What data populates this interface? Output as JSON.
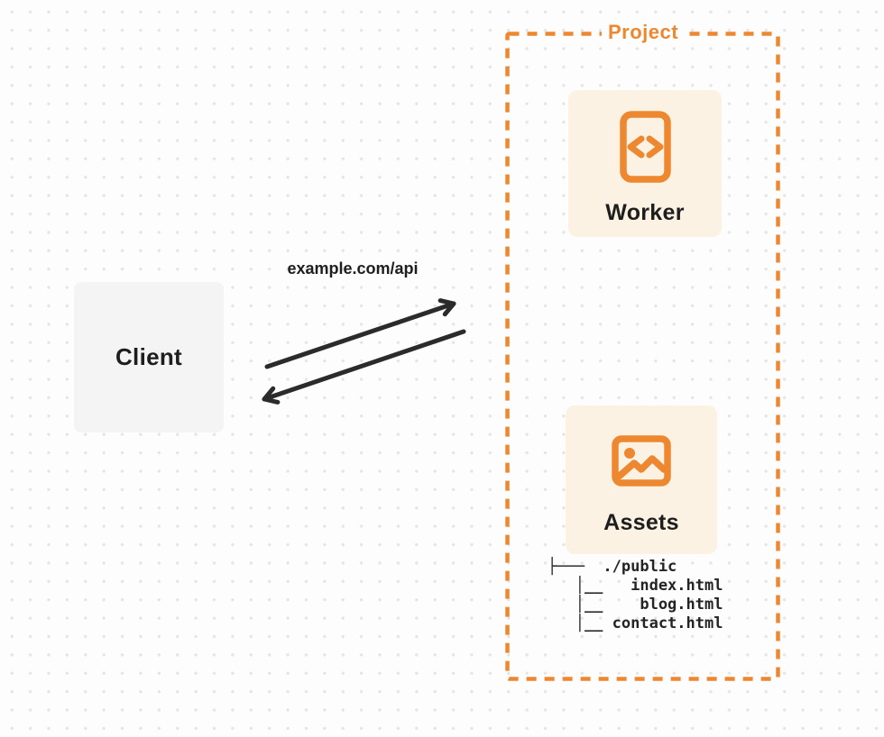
{
  "canvas": {
    "background": "#FDFDFD",
    "dot_color": "#E5E5E5"
  },
  "colors": {
    "accent_orange": "#ED8730",
    "panel_cream": "#FCF2E4",
    "client_gray": "#F4F4F5",
    "arrow_dark": "#2B2B2B",
    "text_dark": "#1E1E1E"
  },
  "client": {
    "label": "Client"
  },
  "request": {
    "label": "example.com/api"
  },
  "arrows": [
    {
      "name": "request-arrow",
      "direction": "client-to-project"
    },
    {
      "name": "response-arrow",
      "direction": "project-to-client"
    }
  ],
  "project": {
    "label": "Project",
    "worker": {
      "label": "Worker",
      "icon": "code-file-icon"
    },
    "assets": {
      "label": "Assets",
      "icon": "image-icon"
    },
    "file_tree": {
      "lines": [
        "├───  ./public",
        "   │__   index.html",
        "   │__    blog.html",
        "   │__ contact.html"
      ]
    }
  }
}
